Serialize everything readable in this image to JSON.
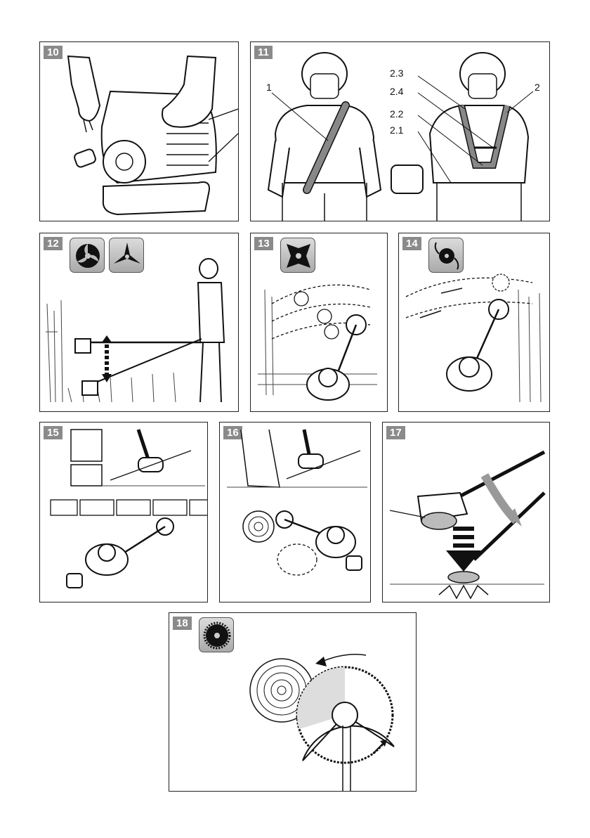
{
  "figures": [
    {
      "number": "10",
      "callouts": []
    },
    {
      "number": "11",
      "callouts": [
        "1",
        "2.3",
        "2.4",
        "2",
        "2.2",
        "2.1"
      ]
    },
    {
      "number": "12",
      "icons": [
        "three-tooth-blade-icon",
        "three-point-blade-icon"
      ]
    },
    {
      "number": "13",
      "icons": [
        "four-tooth-blade-icon"
      ]
    },
    {
      "number": "14",
      "icons": [
        "trimmer-head-icon"
      ]
    },
    {
      "number": "15"
    },
    {
      "number": "16"
    },
    {
      "number": "17"
    },
    {
      "number": "18",
      "icons": [
        "saw-blade-icon"
      ]
    }
  ]
}
